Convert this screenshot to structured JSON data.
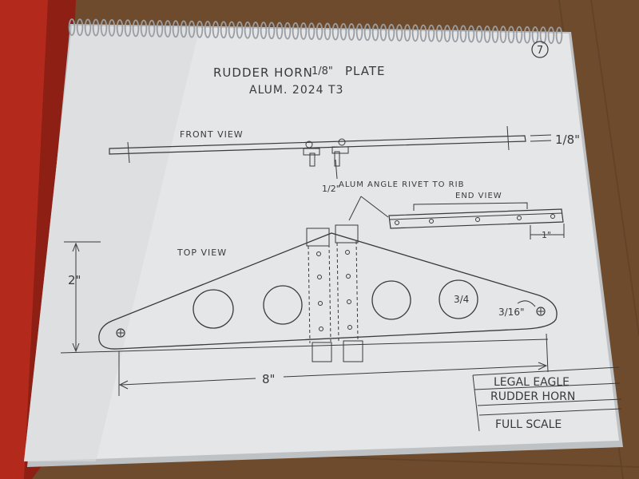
{
  "page_number": "7",
  "title": {
    "line1": "RUDDER HORN",
    "thickness": "1/8\"",
    "word": "PLATE",
    "line2": "ALUM. 2024 T3"
  },
  "front_view": {
    "label": "FRONT VIEW",
    "thickness": "1/8\""
  },
  "angle_note": {
    "size": "1/2\"",
    "text": "ALUM ANGLE  RIVET TO RIB"
  },
  "end_view": {
    "label": "END VIEW",
    "dim": "1\""
  },
  "top_view": {
    "label": "TOP VIEW",
    "height_dim": "2\"",
    "length_dim": "8\"",
    "hole_callout": "3/4",
    "small_hole_callout": "3/16\""
  },
  "title_block": {
    "project": "LEGAL EAGLE",
    "part": "RUDDER HORN",
    "scale": "FULL SCALE"
  },
  "colors": {
    "wood": "#7a5535",
    "red_cover": "#b0281c",
    "paper": "#e6e8ea",
    "ink": "#3a3a3a"
  }
}
